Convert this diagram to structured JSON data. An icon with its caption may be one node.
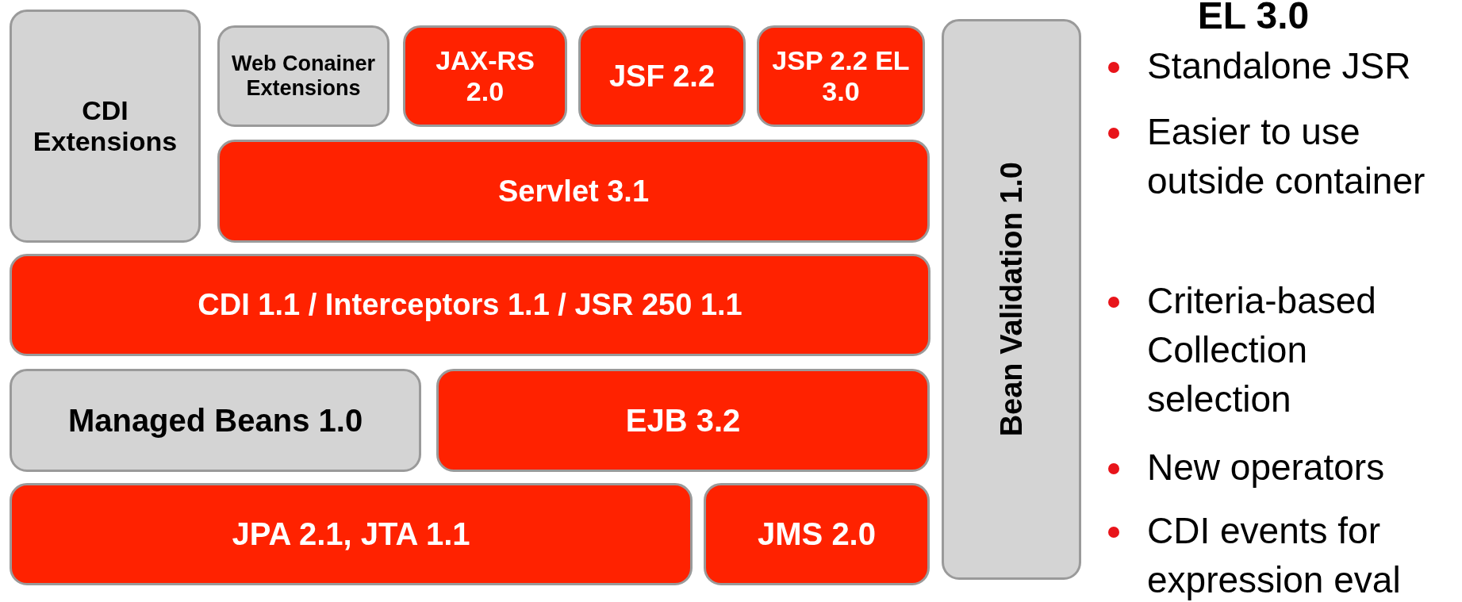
{
  "diagram": {
    "title": "EL 3.0",
    "nodes": [
      {
        "text": [
          "CDI Extensions"
        ]
      },
      {
        "text": [
          "Web Conainer Extensions"
        ]
      },
      {
        "text": [
          "JAX-RS 2.0"
        ]
      },
      {
        "text": [
          "JSF 2.2"
        ]
      },
      {
        "text": [
          "JSP 2.2 EL 3.0"
        ]
      },
      {
        "text": [
          "Servlet 3.1"
        ]
      },
      {
        "text": [
          "CDI 1.1 / Interceptors 1.1 / JSR 250 1.1"
        ]
      },
      {
        "text": [
          "Managed Beans 1.0"
        ]
      },
      {
        "text": [
          "EJB 3.2"
        ]
      },
      {
        "text": [
          "JPA 2.1, JTA 1.1"
        ]
      },
      {
        "text": [
          "JMS 2.0"
        ]
      },
      {
        "text": [
          "Bean Validation 1.0"
        ]
      }
    ],
    "labels": [
      "Standalone JSR",
      "Easier to use outside container",
      "Criteria-based Collection selection",
      "New operators",
      "CDI events for expression eval"
    ]
  }
}
